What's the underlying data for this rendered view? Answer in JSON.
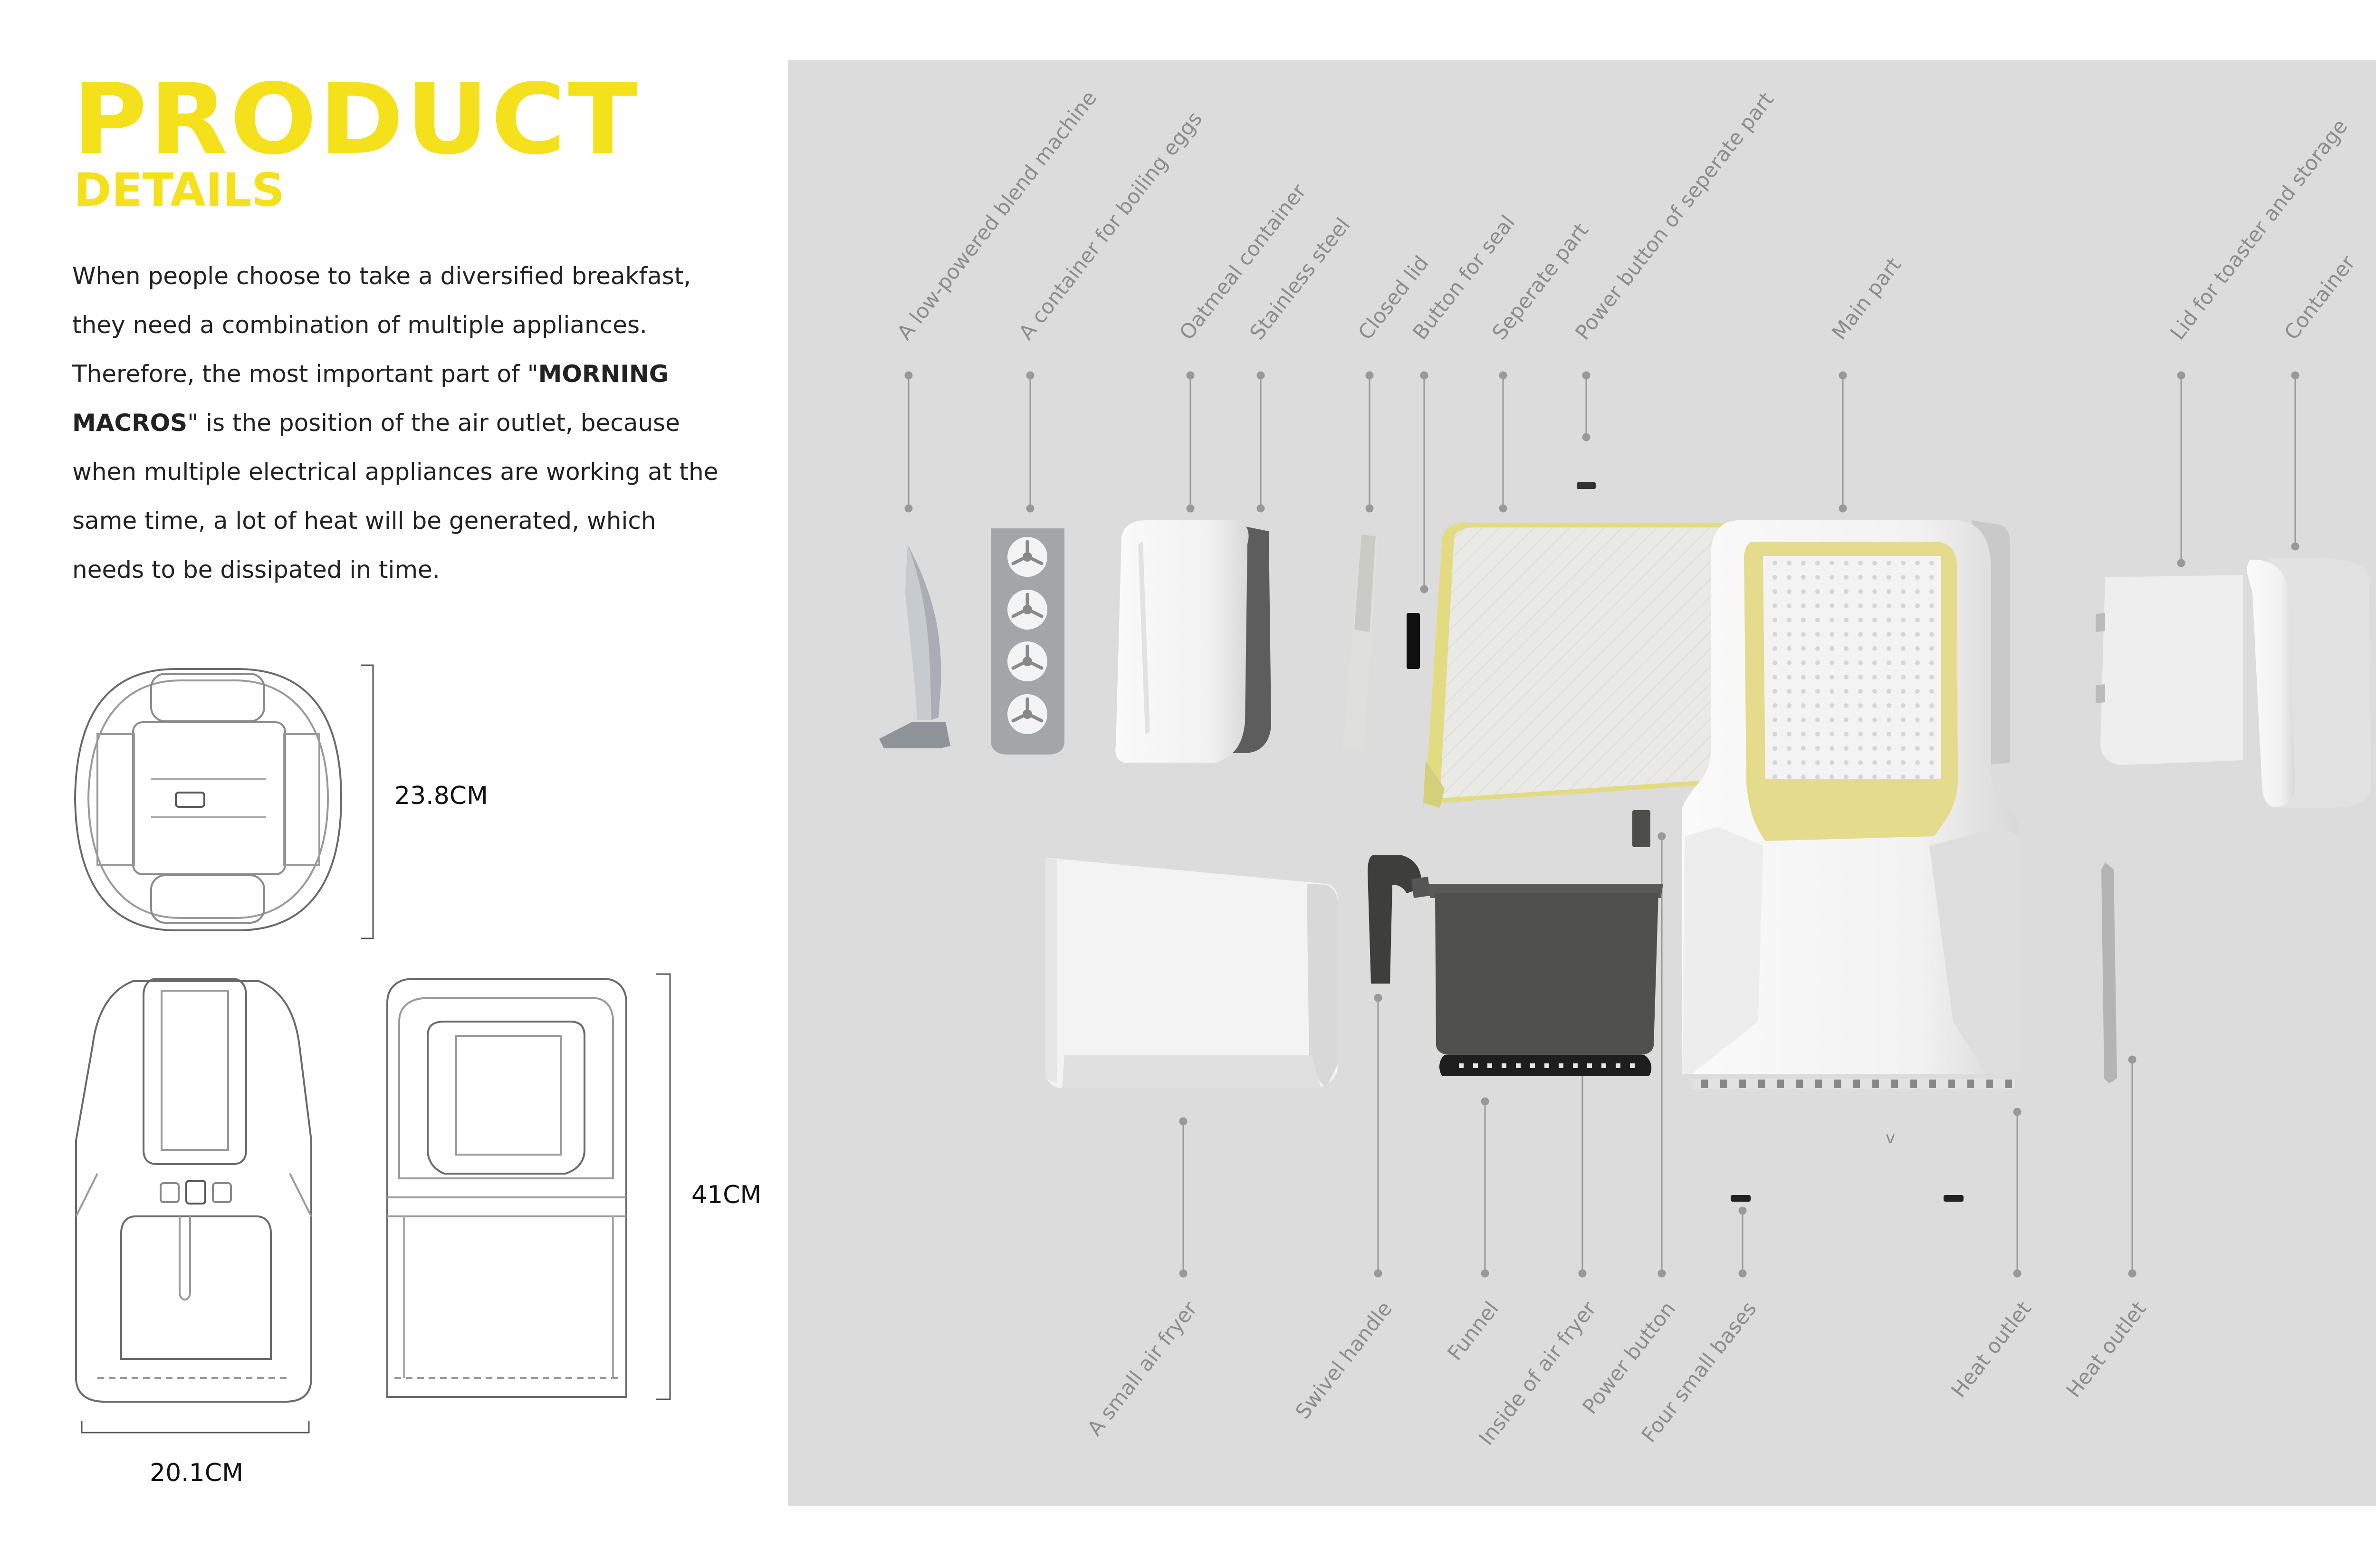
{
  "header": {
    "title": "PRODUCT",
    "subtitle": "DETAILS"
  },
  "description": {
    "line1": "When people choose to take a diversified breakfast,",
    "line2": "they need a combination of multiple appliances.",
    "line3a": "Therefore, the most important part of \"",
    "line3b": "MORNING",
    "line4a": "MACROS",
    "line4b": "\" is the position of the air outlet, because",
    "line5": "when multiple electrical appliances are working at the",
    "line6": "same time, a lot of heat will be generated, which",
    "line7": "needs to be dissipated in time."
  },
  "dimensions": {
    "depth": "23.8CM",
    "height": "41CM",
    "width": "20.1CM"
  },
  "labels_top": {
    "blend": "A low-powered blend machine",
    "eggs": "A container for boiling eggs",
    "oatmeal": "Oatmeal container",
    "steel": "Stainless steel",
    "lid": "Closed lid",
    "seal": "Button for seal",
    "separate": "Seperate part",
    "power_sep": "Power button of seperate part",
    "main": "Main part",
    "toaster_lid": "Lid for toaster and storage",
    "container": "Container"
  },
  "labels_bottom": {
    "fryer": "A small air fryer",
    "handle": "Swivel handle",
    "funnel": "Funnel",
    "inside": "Inside of air fryer",
    "power": "Power button",
    "bases": "Four small bases",
    "heat1": "Heat outlet",
    "heat2": "Heat outlet"
  },
  "marks": {
    "v": "v"
  },
  "colors": {
    "accent": "#f5e11b",
    "panel": "#dcdcdc",
    "label": "#8c8c8c",
    "trim": "#e4dc8c"
  }
}
